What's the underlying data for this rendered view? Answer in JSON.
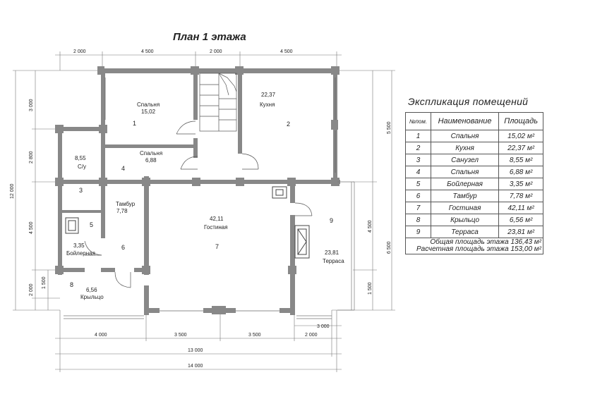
{
  "title": "План 1 этажа",
  "dimensions": {
    "top": [
      "2 000",
      "4 500",
      "2 000",
      "4 500"
    ],
    "bottom_row1": [
      "4 000",
      "3 500",
      "3 500",
      "2 000"
    ],
    "bottom_row2": "13 000",
    "bottom_row3": "14 000",
    "bottom_extra": "3 000",
    "left": [
      "3 000",
      "2 800",
      "4 500",
      "1 500",
      "2 000"
    ],
    "left_total": "12 000",
    "right": [
      "5 500",
      "4 500",
      "1 500"
    ],
    "right_total": "6 500"
  },
  "rooms": [
    {
      "num": "1",
      "name": "Спальня",
      "area": "15,02"
    },
    {
      "num": "2",
      "name": "Кухня",
      "area": "22,37"
    },
    {
      "num": "3",
      "name": "С/у",
      "area": "8,55"
    },
    {
      "num": "4",
      "name": "Спальня",
      "area": "6,88"
    },
    {
      "num": "5",
      "name": "Бойлерная",
      "area": "3,35"
    },
    {
      "num": "6",
      "name": "Тамбур",
      "area": "7,78"
    },
    {
      "num": "7",
      "name": "Гостиная",
      "area": "42,11"
    },
    {
      "num": "8",
      "name": "Крыльцо",
      "area": "6,56"
    },
    {
      "num": "9",
      "name": "Терраса",
      "area": "23,81"
    }
  ],
  "explication": {
    "title": "Экспликация помещений",
    "headers": [
      "№пом.",
      "Наименование",
      "Площадь"
    ],
    "rows": [
      [
        "1",
        "Спальня",
        "15,02 м²"
      ],
      [
        "2",
        "Кухня",
        "22,37 м²"
      ],
      [
        "3",
        "Санузел",
        "8,55 м²"
      ],
      [
        "4",
        "Спальня",
        "6,88 м²"
      ],
      [
        "5",
        "Бойлерная",
        "3,35 м²"
      ],
      [
        "6",
        "Тамбур",
        "7,78 м²"
      ],
      [
        "7",
        "Гостиная",
        "42,11 м²"
      ],
      [
        "8",
        "Крыльцо",
        "6,56 м²"
      ],
      [
        "9",
        "Терраса",
        "23,81 м²"
      ]
    ],
    "total_label": "Общая площадь этажа",
    "total_value": "136,43 м²",
    "calc_label": "Расчетная площадь этажа",
    "calc_value": "153,00 м²"
  }
}
